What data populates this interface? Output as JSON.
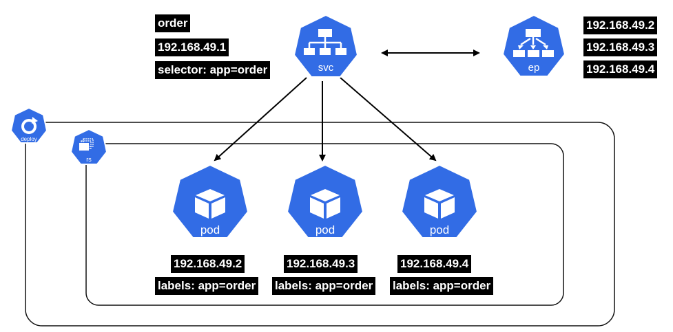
{
  "service": {
    "icon_label": "svc",
    "name": "order",
    "cluster_ip": "192.168.49.1",
    "selector": "selector: app=order"
  },
  "endpoints": {
    "icon_label": "ep",
    "addresses": [
      "192.168.49.2",
      "192.168.49.3",
      "192.168.49.4"
    ]
  },
  "deployment": {
    "icon_label": "deploy"
  },
  "replicaset": {
    "icon_label": "rs"
  },
  "pods": [
    {
      "icon_label": "pod",
      "ip": "192.168.49.2",
      "labels": "labels: app=order"
    },
    {
      "icon_label": "pod",
      "ip": "192.168.49.3",
      "labels": "labels: app=order"
    },
    {
      "icon_label": "pod",
      "ip": "192.168.49.4",
      "labels": "labels: app=order"
    }
  ],
  "colors": {
    "k8s_blue": "#326ce5",
    "icon_white": "#ffffff",
    "label_bg": "#000000"
  }
}
